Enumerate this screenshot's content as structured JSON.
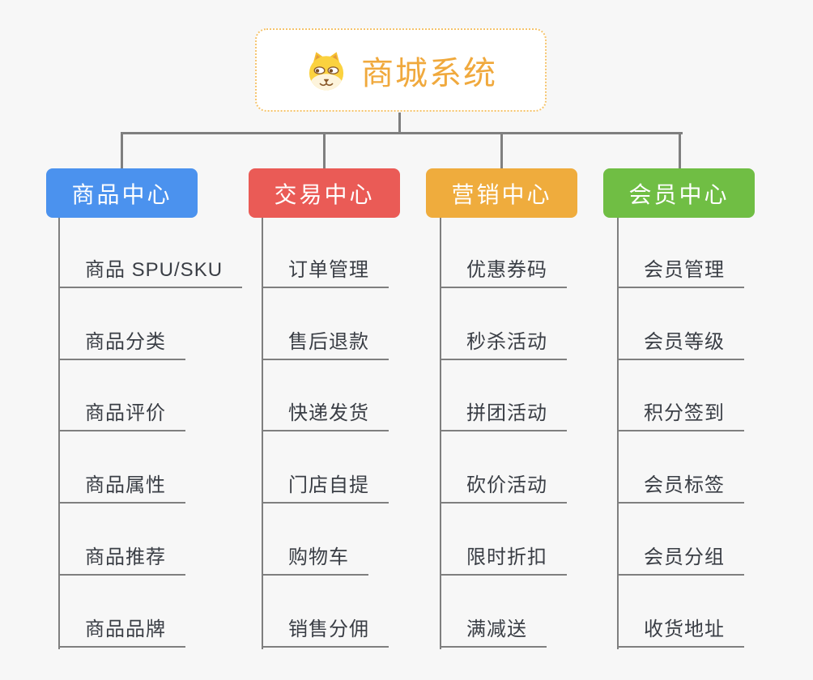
{
  "root": {
    "title": "商城系统",
    "icon": "dog-face-icon"
  },
  "branches": [
    {
      "label": "商品中心",
      "color": "#4B92EE",
      "children": [
        "商品 SPU/SKU",
        "商品分类",
        "商品评价",
        "商品属性",
        "商品推荐",
        "商品品牌"
      ]
    },
    {
      "label": "交易中心",
      "color": "#EA5B56",
      "children": [
        "订单管理",
        "售后退款",
        "快递发货",
        "门店自提",
        "购物车",
        "销售分佣"
      ]
    },
    {
      "label": "营销中心",
      "color": "#EFAC3D",
      "children": [
        "优惠券码",
        "秒杀活动",
        "拼团活动",
        "砍价活动",
        "限时折扣",
        "满减送"
      ]
    },
    {
      "label": "会员中心",
      "color": "#70BE44",
      "children": [
        "会员管理",
        "会员等级",
        "积分签到",
        "会员标签",
        "会员分组",
        "收货地址"
      ]
    }
  ],
  "colors": {
    "background": "#F7F7F7",
    "connector": "#7F7F7F",
    "root_text": "#F0A93D",
    "root_border": "#F5C36B",
    "branch_text": "#FFFFFF",
    "child_text": "#3A3E45"
  }
}
